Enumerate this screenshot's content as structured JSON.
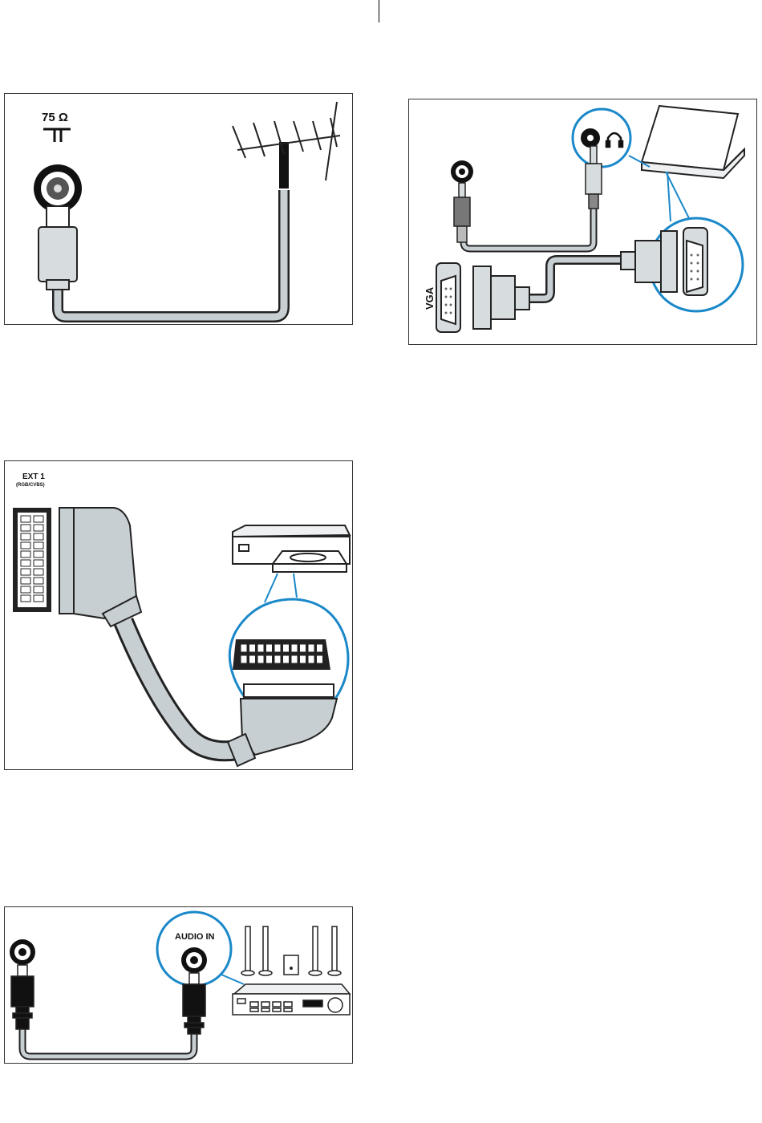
{
  "figures": {
    "antenna": {
      "impedance_label": "75 Ω"
    },
    "vga": {
      "port_label": "VGA",
      "headphone_icon": "headphone-icon"
    },
    "scart": {
      "port_label": "EXT 1",
      "port_sublabel": "(RGB/CVBS)"
    },
    "audio": {
      "port_label": "AUDIO IN"
    }
  },
  "colors": {
    "accent": "#1a88c9",
    "cable_fill": "#c8cfd3",
    "outline": "#222222"
  }
}
